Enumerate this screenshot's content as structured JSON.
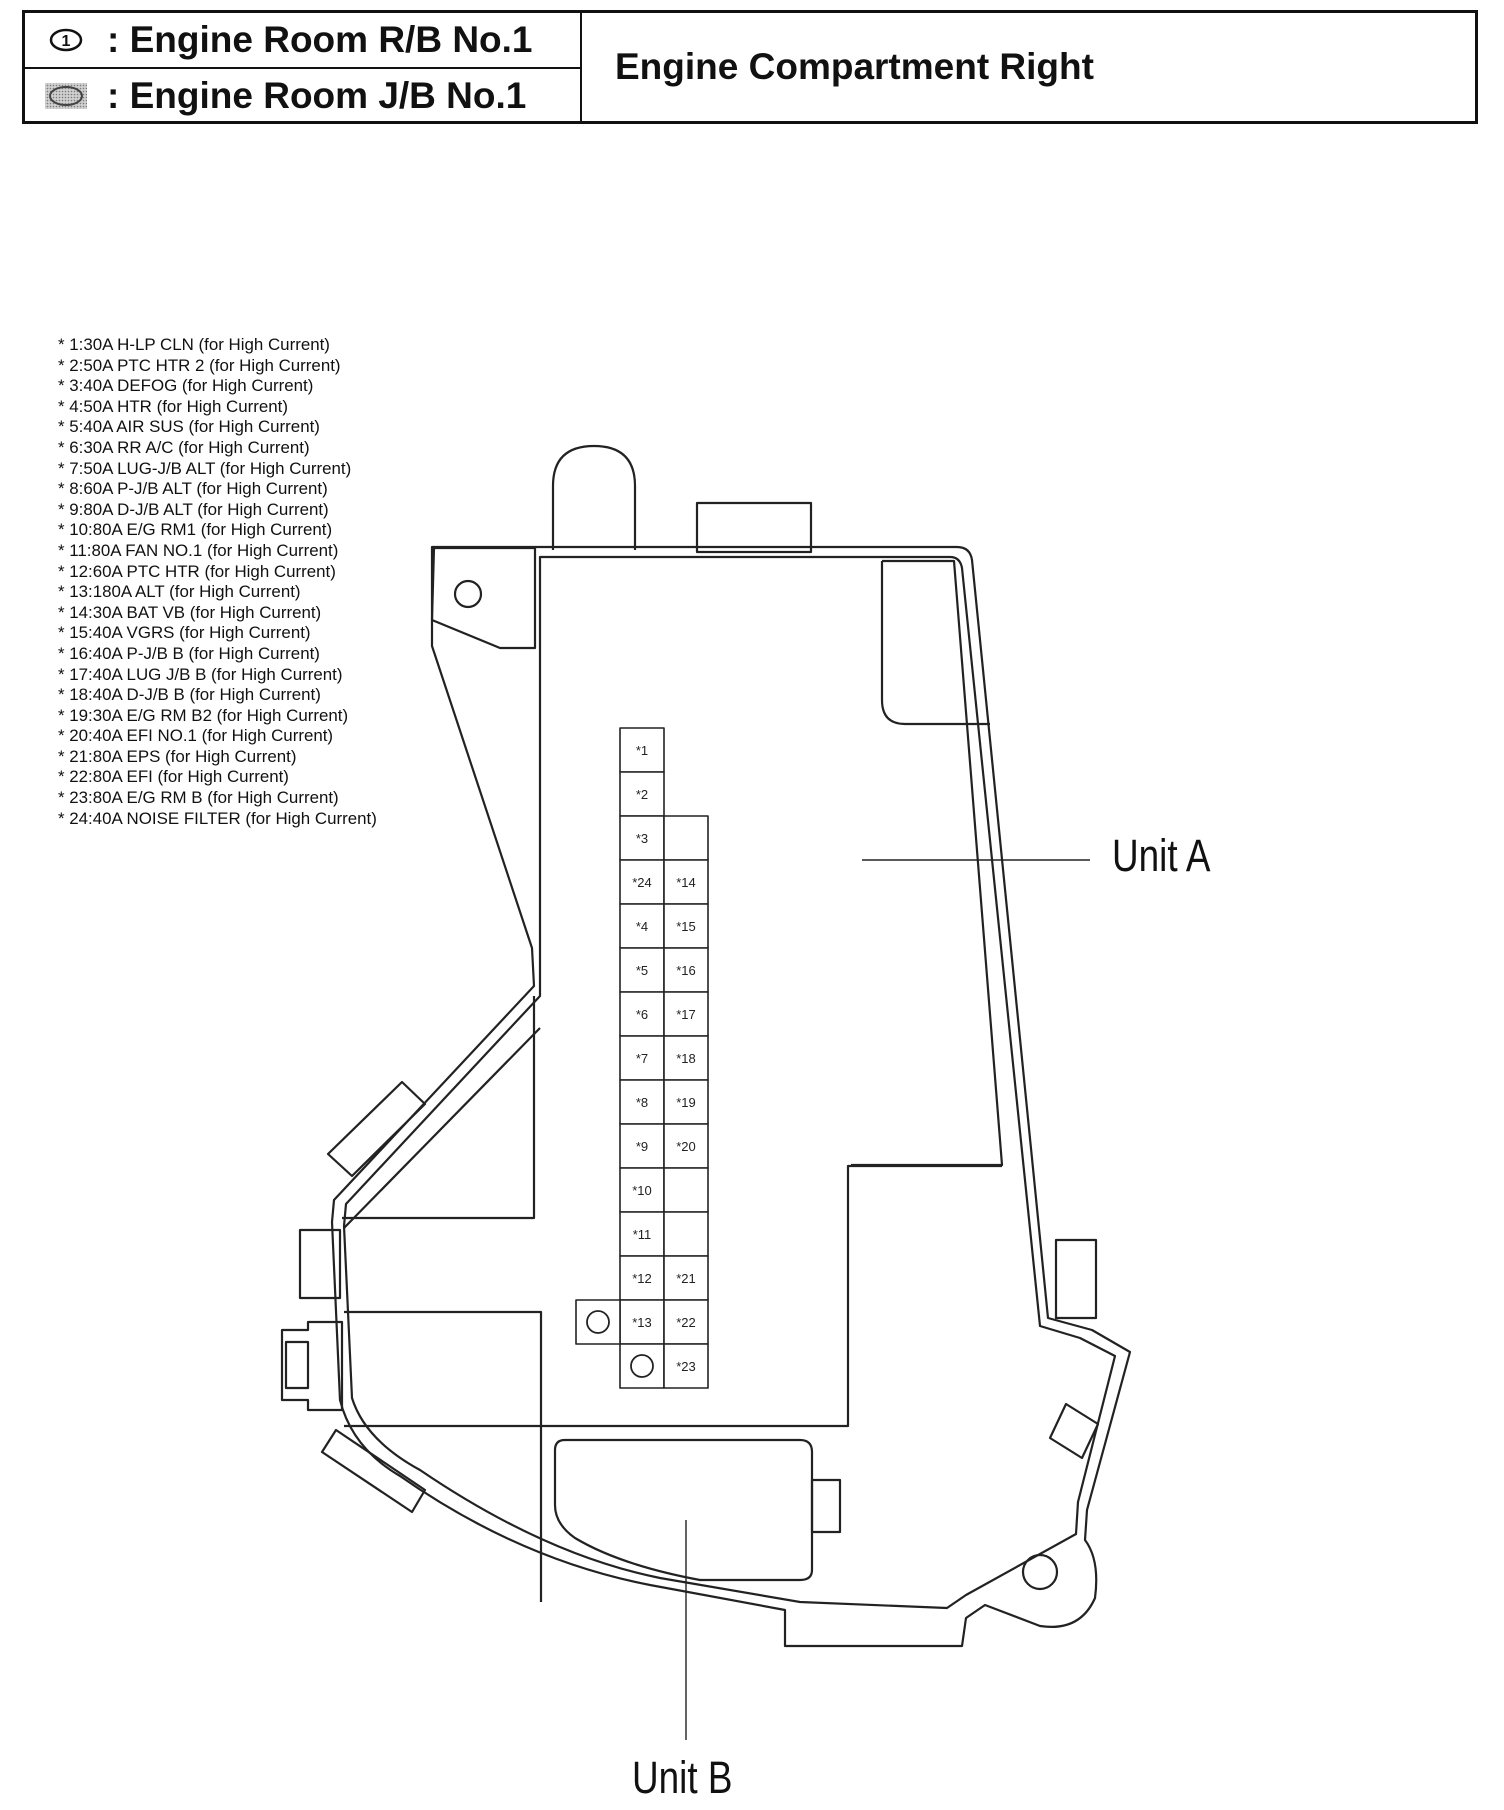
{
  "header": {
    "row1": {
      "badge": "1",
      "badge_icon": "circled-number-icon",
      "label": ": Engine Room R/B No.1"
    },
    "row2": {
      "badge_icon": "shaded-ellipse-icon",
      "label": ": Engine Room J/B No.1"
    },
    "location": "Engine Compartment Right"
  },
  "legend": [
    "* 1:30A H-LP CLN (for High Current)",
    "* 2:50A PTC HTR 2 (for High Current)",
    "* 3:40A DEFOG (for High Current)",
    "* 4:50A HTR (for High Current)",
    "* 5:40A AIR SUS (for High Current)",
    "* 6:30A RR A/C (for High Current)",
    "* 7:50A LUG-J/B ALT (for High Current)",
    "* 8:60A P-J/B ALT (for High Current)",
    "* 9:80A D-J/B ALT (for High Current)",
    "* 10:80A E/G RM1 (for High Current)",
    "* 11:80A FAN NO.1 (for High Current)",
    "* 12:60A PTC HTR (for High Current)",
    "* 13:180A ALT (for High Current)",
    "* 14:30A BAT VB (for High Current)",
    "* 15:40A VGRS (for High Current)",
    "* 16:40A P-J/B B (for High Current)",
    "* 17:40A LUG J/B B (for High Current)",
    "* 18:40A D-J/B B (for High Current)",
    "* 19:30A E/G RM B2 (for High Current)",
    "* 20:40A EFI NO.1 (for High Current)",
    "* 21:80A EPS (for High Current)",
    "* 22:80A EFI (for High Current)",
    "* 23:80A E/G RM B (for High Current)",
    "* 24:40A NOISE FILTER (for High Current)"
  ],
  "fuse_grid": {
    "left_column": [
      "*1",
      "*2",
      "*3",
      "*24",
      "*4",
      "*5",
      "*6",
      "*7",
      "*8",
      "*9",
      "*10",
      "*11",
      "*12",
      "*13",
      ""
    ],
    "right_column": [
      "",
      "",
      "",
      "*14",
      "*15",
      "*16",
      "*17",
      "*18",
      "*19",
      "*20",
      "",
      "",
      "*21",
      "*22",
      "*23"
    ]
  },
  "units": {
    "a": "Unit A",
    "b": "Unit B"
  }
}
